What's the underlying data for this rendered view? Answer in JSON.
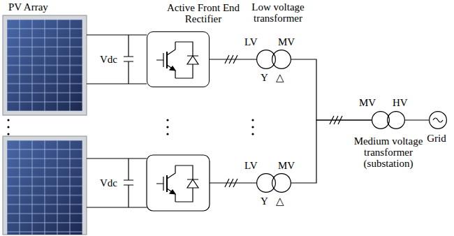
{
  "diagram": {
    "nodes": [
      {
        "text": [
          "PV Array"
        ]
      },
      {
        "text": [
          "Active Front End Rectifier"
        ]
      },
      {
        "text": [
          "Low voltage transformer",
          "LV",
          "MV"
        ]
      },
      {
        "text": [
          "LV",
          "MV"
        ]
      },
      {
        "text": [
          "MV",
          "HV",
          "Medium voltage transformer (substation)"
        ]
      },
      {
        "text": [
          "Grid"
        ]
      }
    ],
    "edges": [
      {
        "from": 0,
        "to": 1,
        "arrow": "none"
      },
      {
        "from": 1,
        "to": 2,
        "arrow": "none"
      },
      {
        "from": 2,
        "to": 4,
        "arrow": "none"
      },
      {
        "from": 3,
        "to": 4,
        "arrow": "none"
      },
      {
        "from": 4,
        "to": 5,
        "arrow": "none"
      }
    ],
    "labels": [
      "Vdc",
      "Vdc",
      "Y",
      "△",
      "Y",
      "△"
    ]
  }
}
